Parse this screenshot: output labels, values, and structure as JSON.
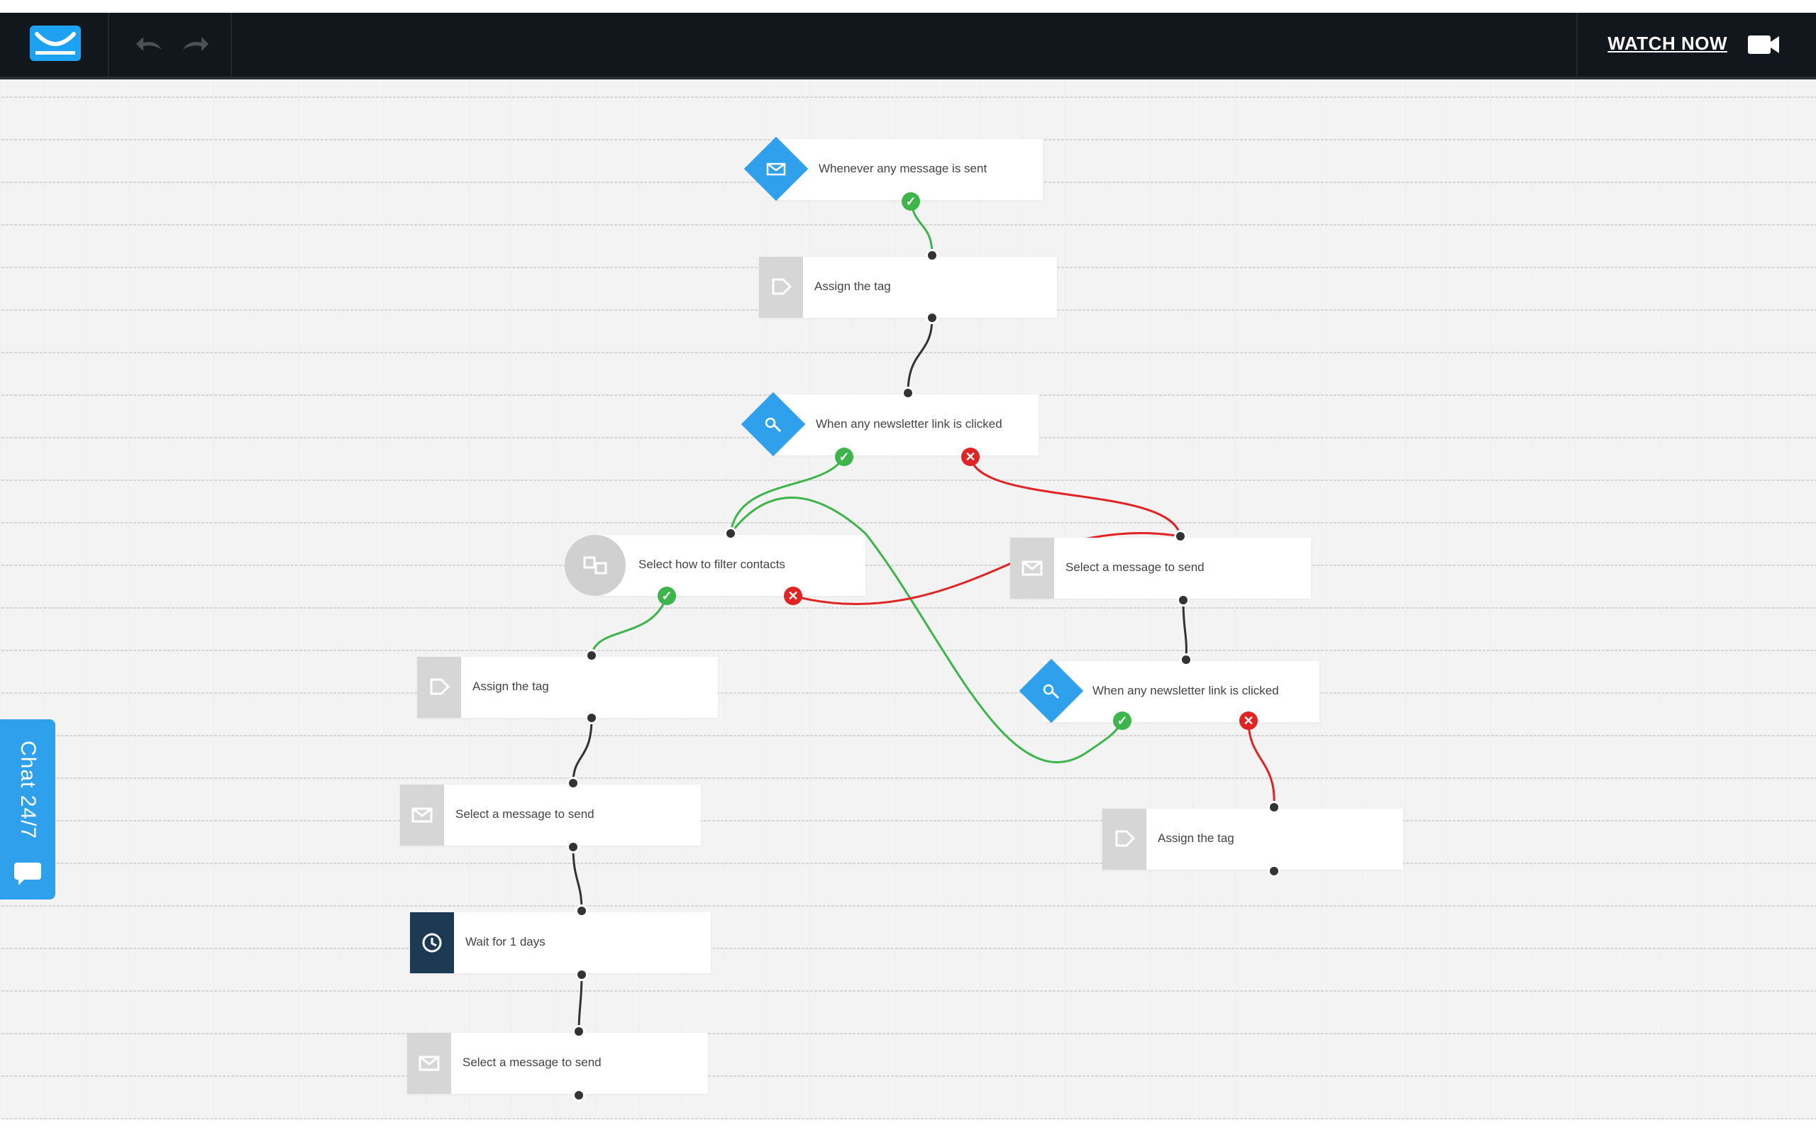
{
  "topbar": {
    "logo_icon": "getresponse-envelope-logo",
    "undo_icon": "undo-icon",
    "redo_icon": "redo-icon",
    "watch_now": "WATCH NOW",
    "camera_icon": "video-camera-icon"
  },
  "workflow": {
    "nodes": {
      "n1": {
        "label": "Whenever any message is sent",
        "icon": "message-sent-icon",
        "kind": "trigger"
      },
      "n2": {
        "label": "Assign the tag",
        "icon": "tag-icon",
        "kind": "action"
      },
      "n3": {
        "label": "When any newsletter link is clicked",
        "icon": "link-click-icon",
        "kind": "trigger"
      },
      "n4": {
        "label": "Select how to filter contacts",
        "icon": "filter-icon",
        "kind": "filter"
      },
      "n5": {
        "label": "Select a message to send",
        "icon": "envelope-icon",
        "kind": "action"
      },
      "n6": {
        "label": "When any newsletter link is clicked",
        "icon": "link-click-icon",
        "kind": "trigger"
      },
      "n7": {
        "label": "Assign the tag",
        "icon": "tag-icon",
        "kind": "action"
      },
      "n8": {
        "label": "Assign the tag",
        "icon": "tag-icon",
        "kind": "action"
      },
      "n9": {
        "label": "Select a message to send",
        "icon": "envelope-icon",
        "kind": "action"
      },
      "n10": {
        "label": "Wait for 1 days",
        "icon": "clock-icon",
        "kind": "wait"
      },
      "n11": {
        "label": "Select a message to send",
        "icon": "envelope-icon",
        "kind": "action"
      }
    },
    "colors": {
      "yes": "#3cb54a",
      "no": "#e02424",
      "neutral": "#333333",
      "trigger": "#2fa0ec"
    }
  },
  "chat": {
    "label": "Chat 24/7",
    "icon": "chat-bubble-icon"
  }
}
